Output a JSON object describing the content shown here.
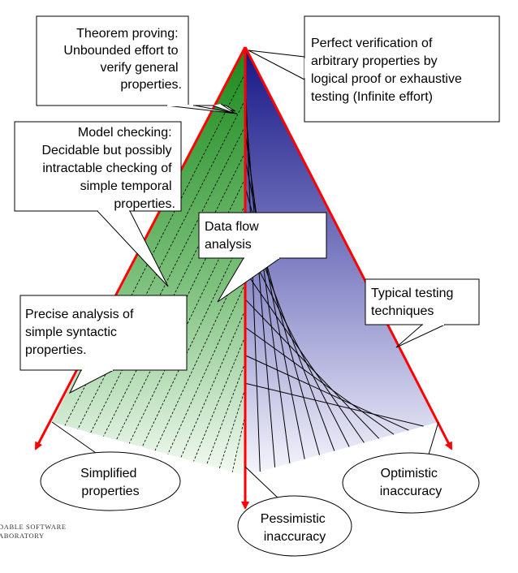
{
  "callouts": {
    "theorem_proving": [
      "Theorem proving:",
      "Unbounded effort to",
      "verify general",
      "properties."
    ],
    "perfect_verification": [
      "Perfect verification of",
      "arbitrary properties by",
      "logical proof or exhaustive",
      "testing (Infinite effort)"
    ],
    "model_checking": [
      "Model checking:",
      "Decidable but possibly",
      "intractable checking of",
      "simple temporal",
      "properties."
    ],
    "data_flow": [
      "Data flow",
      "analysis"
    ],
    "typical_testing": [
      "Typical testing",
      "techniques"
    ],
    "precise_analysis": [
      "Precise analysis of",
      "simple syntactic",
      "properties."
    ]
  },
  "ellipses": {
    "simplified": [
      "Simplified",
      "properties"
    ],
    "pessimistic": [
      "Pessimistic",
      "inaccuracy"
    ],
    "optimistic": [
      "Optimistic",
      "inaccuracy"
    ]
  },
  "footer": [
    "DABLE SOFTWARE",
    "ABORATORY"
  ],
  "colors": {
    "arrow": "#ff0000",
    "green_top": "#1b8a1b",
    "blue_top": "#151585"
  }
}
